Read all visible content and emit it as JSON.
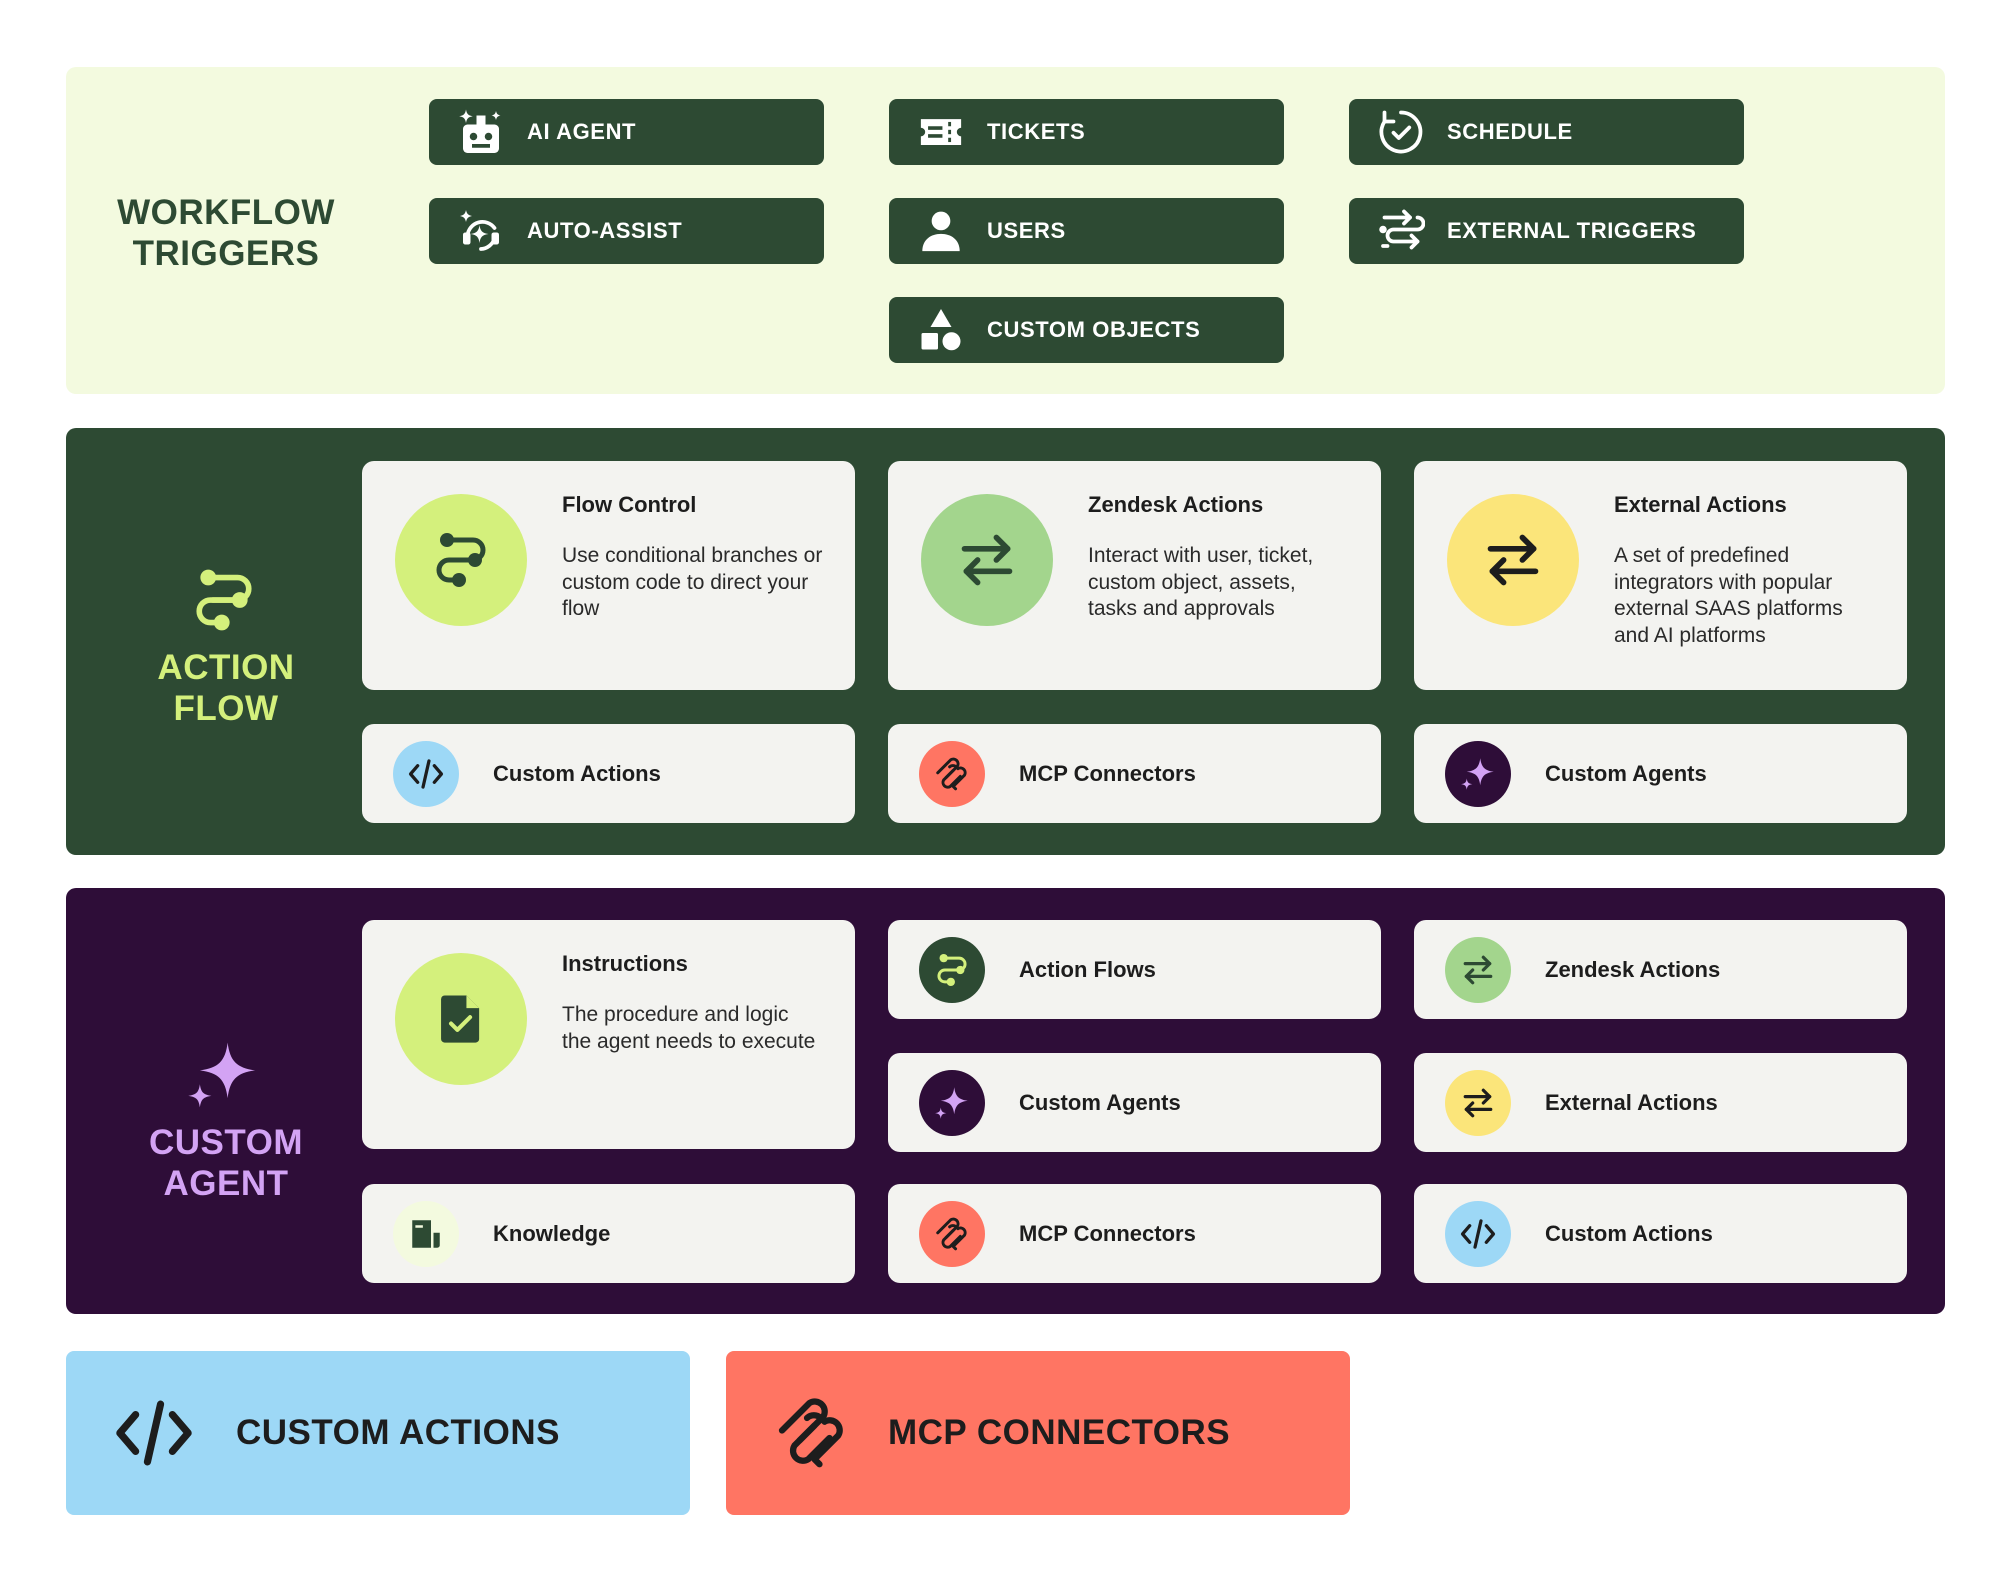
{
  "colors": {
    "trigger_bg": "#f3fadf",
    "dark_green": "#2d4a33",
    "dark_purple": "#2e0d38",
    "lime": "#d4f07c",
    "light_green": "#a3d58d",
    "yellow": "#fbe57a",
    "light_blue": "#9dd8f6",
    "coral": "#ff7563",
    "purple_accent": "#d3a3f4",
    "card_bg": "#f3f3f0"
  },
  "workflow_triggers": {
    "title_line1": "WORKFLOW",
    "title_line2": "TRIGGERS",
    "buttons": [
      {
        "label": "AI AGENT",
        "icon": "robot-icon"
      },
      {
        "label": "TICKETS",
        "icon": "ticket-icon"
      },
      {
        "label": "SCHEDULE",
        "icon": "clock-check-icon"
      },
      {
        "label": "AUTO-ASSIST",
        "icon": "headset-sparkle-icon"
      },
      {
        "label": "USERS",
        "icon": "user-icon"
      },
      {
        "label": "EXTERNAL TRIGGERS",
        "icon": "external-trigger-icon"
      },
      {
        "label": "CUSTOM OBJECTS",
        "icon": "shapes-icon"
      }
    ]
  },
  "action_flow": {
    "title_line1": "ACTION",
    "title_line2": "FLOW",
    "cards": [
      {
        "title": "Flow Control",
        "description": "Use conditional branches or custom code to direct your flow",
        "icon": "flow-branch-icon"
      },
      {
        "title": "Zendesk Actions",
        "description": "Interact with user, ticket, custom object, assets, tasks and approvals",
        "icon": "swap-arrows-icon"
      },
      {
        "title": "External Actions",
        "description": "A set of predefined integrators with popular external SAAS platforms and AI platforms",
        "icon": "swap-arrows-icon"
      }
    ],
    "pills": [
      {
        "label": "Custom Actions",
        "icon": "code-icon"
      },
      {
        "label": "MCP Connectors",
        "icon": "mcp-icon"
      },
      {
        "label": "Custom Agents",
        "icon": "sparkle-icon"
      }
    ]
  },
  "custom_agent": {
    "title_line1": "CUSTOM",
    "title_line2": "AGENT",
    "instructions": {
      "title": "Instructions",
      "description": "The procedure and logic the agent needs to execute",
      "icon": "document-check-icon"
    },
    "pills": [
      {
        "label": "Action Flows",
        "icon": "flow-branch-icon"
      },
      {
        "label": "Zendesk Actions",
        "icon": "swap-arrows-icon"
      },
      {
        "label": "Custom Agents",
        "icon": "sparkle-icon"
      },
      {
        "label": "External Actions",
        "icon": "swap-arrows-icon"
      },
      {
        "label": "Knowledge",
        "icon": "knowledge-icon"
      },
      {
        "label": "MCP Connectors",
        "icon": "mcp-icon"
      },
      {
        "label": "Custom Actions",
        "icon": "code-icon"
      }
    ]
  },
  "bottom": {
    "custom_actions": {
      "label": "CUSTOM ACTIONS",
      "icon": "code-icon"
    },
    "mcp_connectors": {
      "label": "MCP CONNECTORS",
      "icon": "mcp-icon"
    }
  }
}
